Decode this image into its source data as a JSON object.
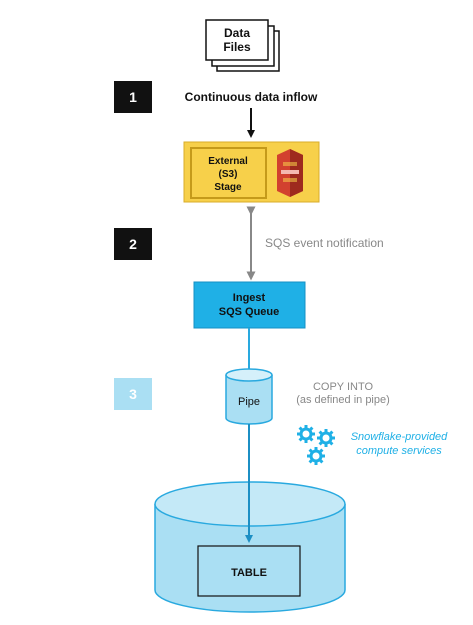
{
  "data_files": {
    "line1": "Data",
    "line2": "Files"
  },
  "step1": {
    "number": "1",
    "label": "Continuous data inflow"
  },
  "stage": {
    "line1": "External",
    "line2": "(S3)",
    "line3": "Stage",
    "icon": "aws-s3-icon"
  },
  "step2": {
    "number": "2",
    "label": "SQS event notification"
  },
  "queue": {
    "line1": "Ingest",
    "line2": "SQS Queue"
  },
  "step3": {
    "number": "3"
  },
  "pipe": {
    "label": "Pipe"
  },
  "copy_into": {
    "line1": "COPY INTO",
    "line2": "(as defined in pipe)"
  },
  "compute": {
    "line1": "Snowflake-provided",
    "line2": "compute services",
    "icon": "gears-icon"
  },
  "table": {
    "label": "TABLE"
  },
  "colors": {
    "black": "#111111",
    "stage_fill": "#f7d04a",
    "stage_border": "#c59a1a",
    "s3_red": "#d2412f",
    "s3_dark": "#9e2a1e",
    "queue_fill": "#1fb0e6",
    "light_blue": "#aadff3",
    "mid_blue": "#29a9df",
    "gray": "#888888"
  }
}
